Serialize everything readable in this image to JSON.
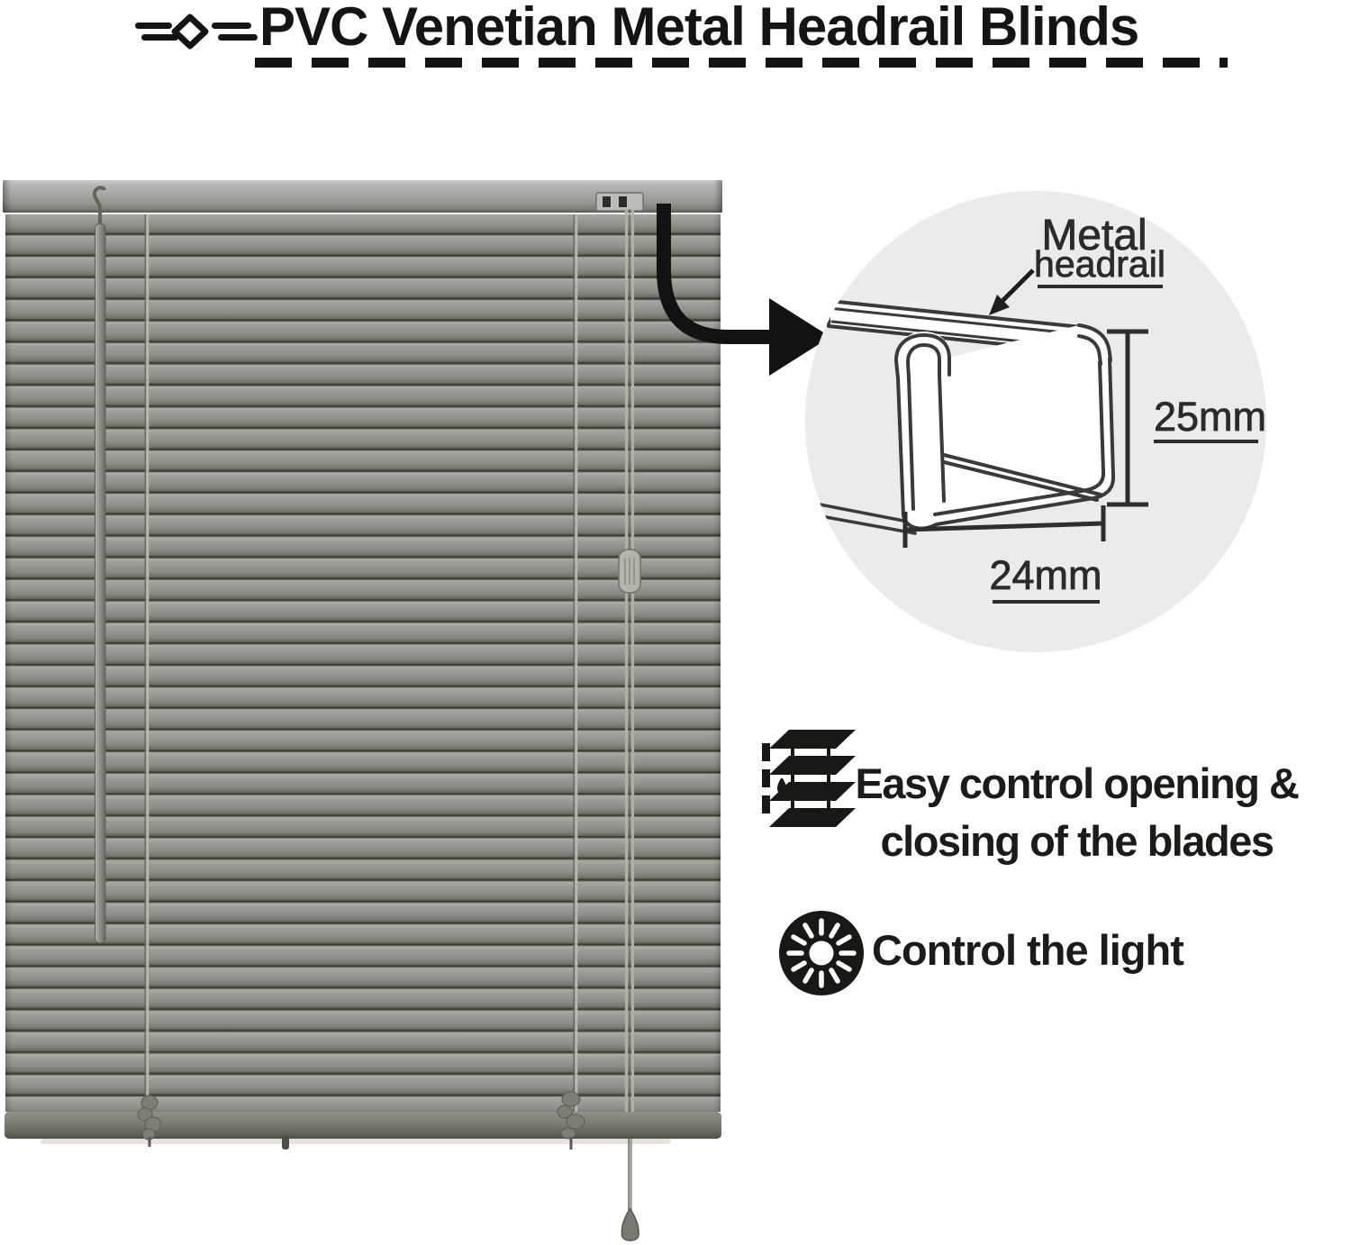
{
  "title": {
    "prefix_icon": "bars-diamond-icon",
    "text": "PVC Venetian Metal Headrail Blinds"
  },
  "inset": {
    "label_line1": "Metal",
    "label_line2": "headrail",
    "dim_height": "25mm",
    "dim_width": "24mm"
  },
  "features": [
    {
      "icon": "venetian-blind-icon",
      "line1": "Easy control opening &",
      "line2": "closing of the blades"
    },
    {
      "icon": "sun-light-icon",
      "text": "Control the light"
    }
  ],
  "colors": {
    "text_black": "#141412",
    "inset_circle_bg": "#ebebeb",
    "slat_gray": "#8e908a",
    "headrail_gray": "#a5a7a1",
    "arrow_black": "#121212"
  }
}
